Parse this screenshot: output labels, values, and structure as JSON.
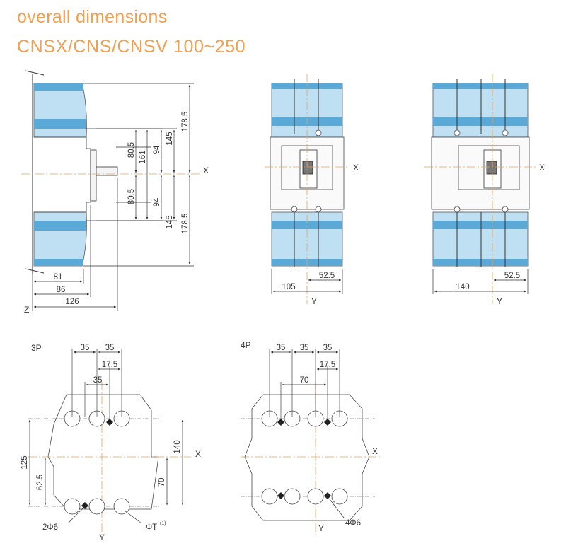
{
  "title": "overall dimensions",
  "subtitle": "CNSX/CNS/CNSV 100~250",
  "colors": {
    "title": "#f0a050",
    "cover_blue": "#5ba9d6",
    "cover_light": "#bfe0f2",
    "centerline": "#f0a050",
    "line": "#333333"
  },
  "side_view": {
    "dims_vertical": [
      "178.5",
      "145",
      "94",
      "161",
      "80.5",
      "80.5",
      "94",
      "145",
      "178.5"
    ],
    "dims_horizontal": [
      "81",
      "86",
      "126"
    ],
    "axis_x": "X",
    "axis_z": "Z"
  },
  "front_3p": {
    "width": "105",
    "half_width": "52.5",
    "axis_x": "X",
    "axis_y": "Y"
  },
  "front_4p": {
    "width": "140",
    "half_width": "52.5",
    "axis_x": "X",
    "axis_y": "Y"
  },
  "template_3p": {
    "label": "3P",
    "dims_top": [
      "35",
      "35",
      "17.5",
      "35"
    ],
    "dims_left": [
      "125",
      "62.5"
    ],
    "dims_right": [
      "140",
      "70"
    ],
    "hole_small": "2Φ6",
    "hole_large": "ΦT",
    "hole_large_note": "(1)",
    "axis_x": "X",
    "axis_y": "Y"
  },
  "template_4p": {
    "label": "4P",
    "dims_top": [
      "35",
      "35",
      "35",
      "17.5",
      "70"
    ],
    "hole_small": "4Φ6",
    "axis_x": "X",
    "axis_y": "Y"
  }
}
